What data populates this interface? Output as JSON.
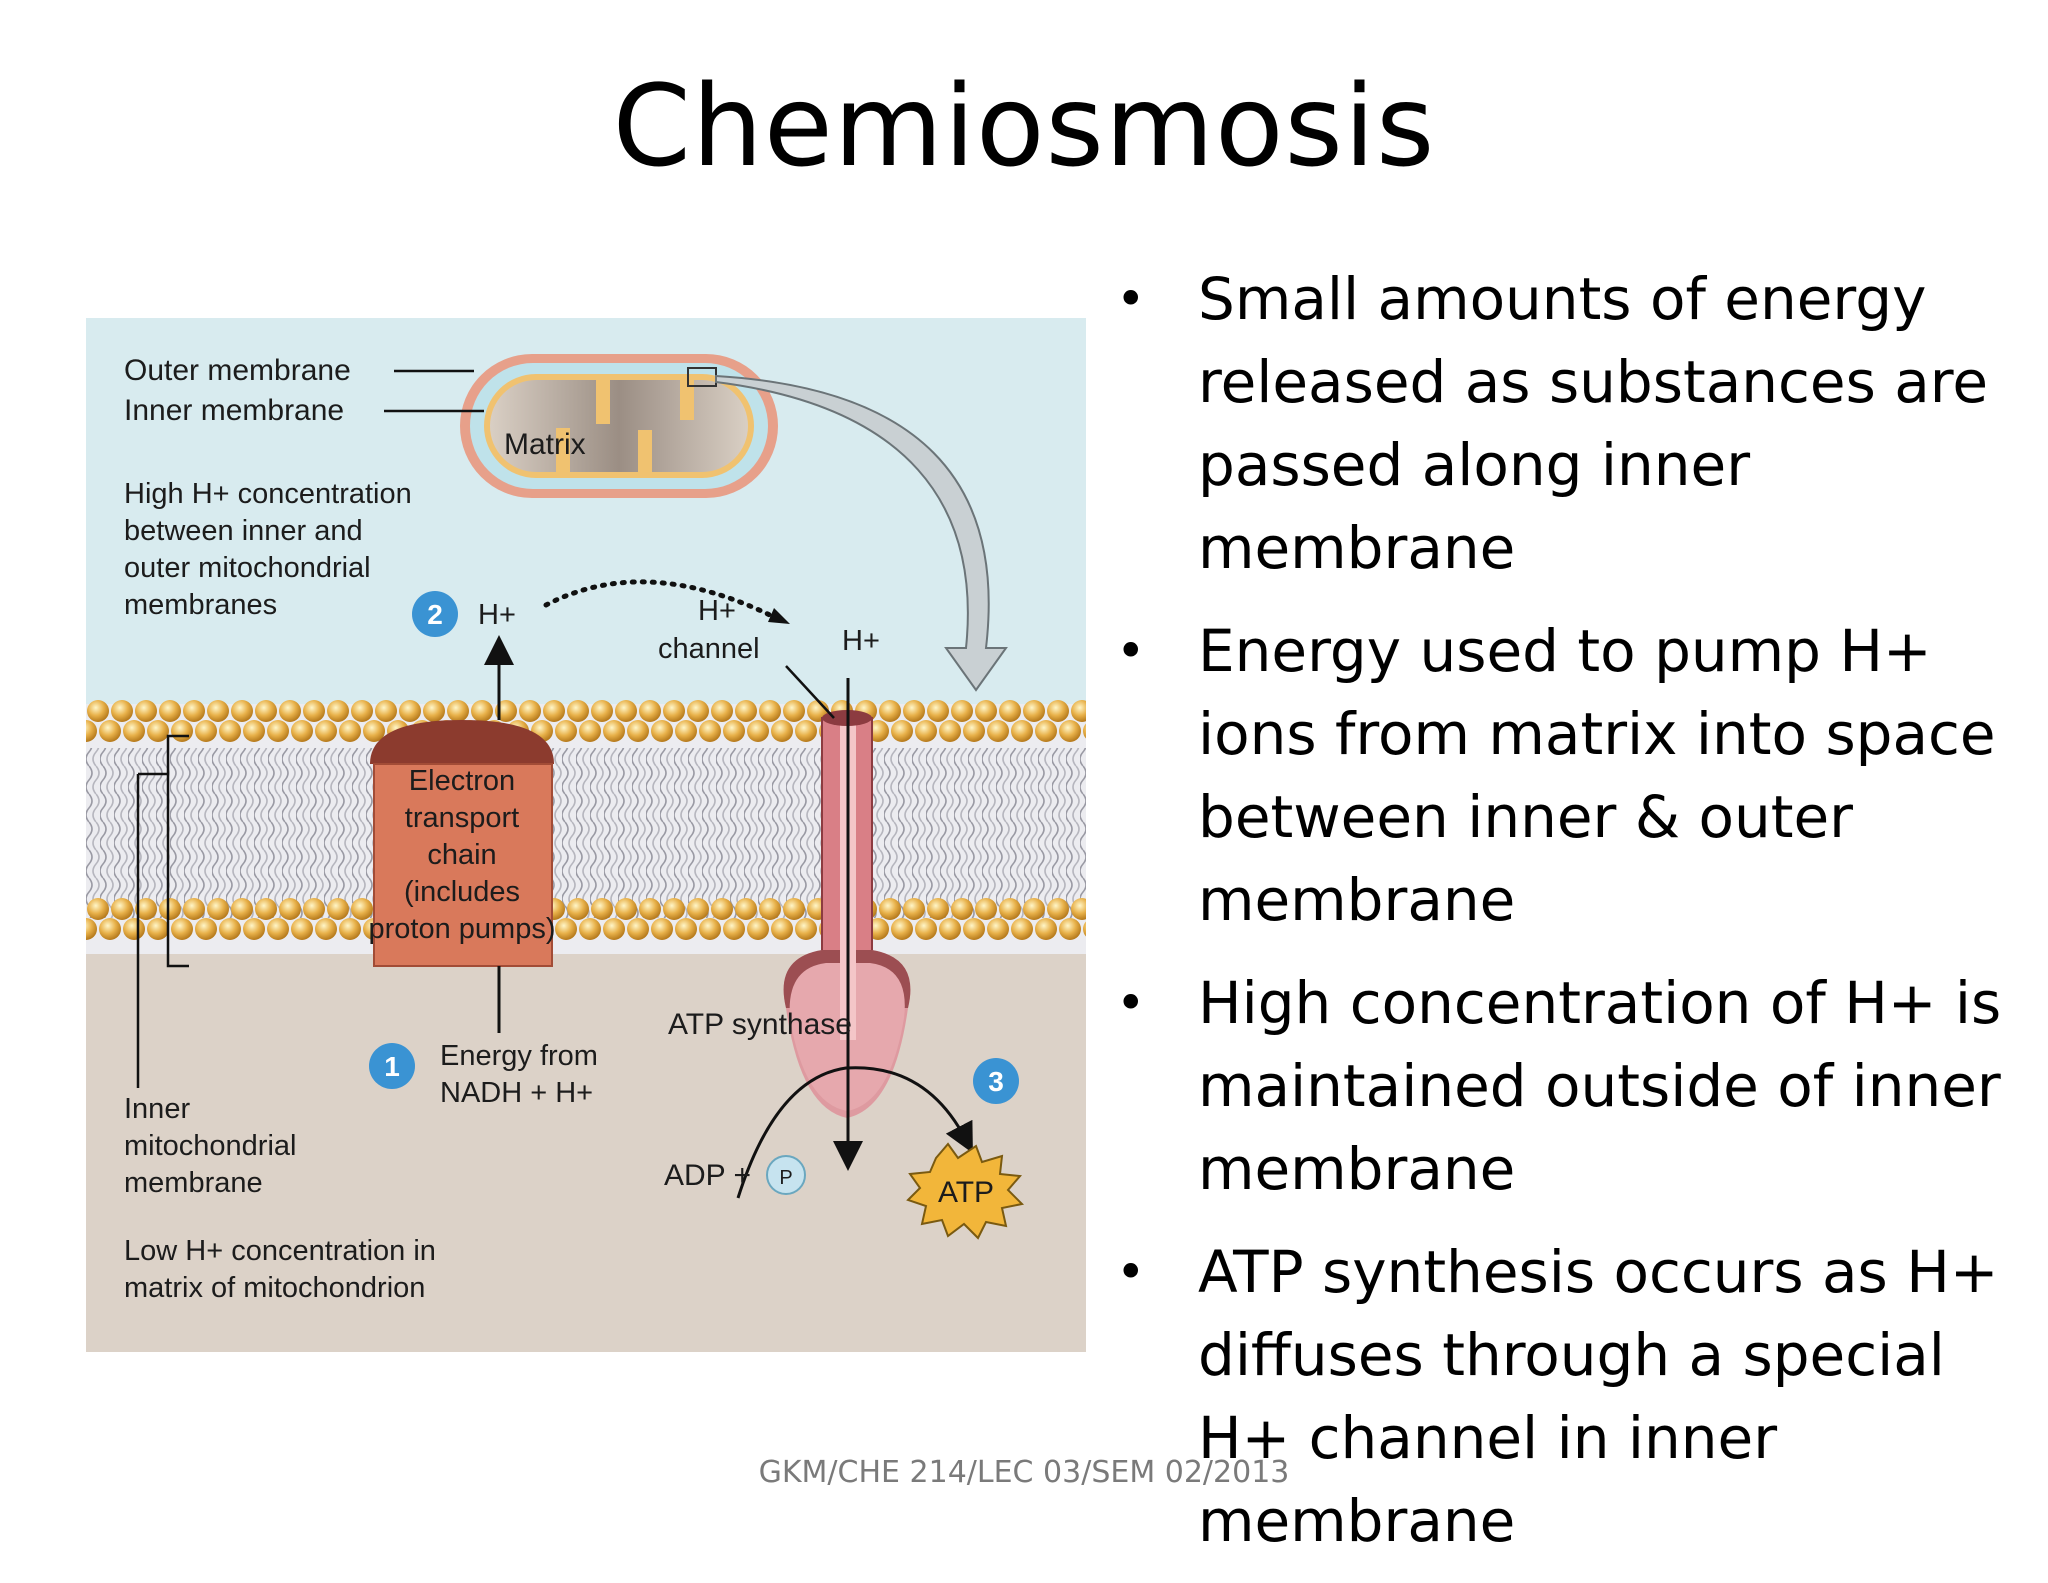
{
  "title": "Chemiosmosis",
  "footer": "GKM/CHE 214/LEC 03/SEM 02/2013",
  "bullets": [
    "Small amounts of energy released as substances are passed along inner membrane",
    "Energy used to pump H+ ions from matrix into space between inner & outer membrane",
    "High concentration of H+ is maintained outside of inner membrane",
    "ATP synthesis occurs as H+ diffuses through a special H+ channel in inner membrane"
  ],
  "figure": {
    "outer_membrane": "Outer membrane",
    "inner_membrane": "Inner membrane",
    "matrix": "Matrix",
    "high_h": [
      "High H+ concentration",
      "between inner and",
      "outer mitochondrial",
      "membranes"
    ],
    "h_ion": "H+",
    "h_channel": [
      "H+",
      "channel"
    ],
    "etc": [
      "Electron",
      "transport",
      "chain",
      "(includes",
      "proton pumps)"
    ],
    "energy_from": [
      "Energy from",
      "NADH + H+"
    ],
    "atp_synthase": "ATP synthase",
    "inner_mito": [
      "Inner",
      "mitochondrial",
      "membrane"
    ],
    "low_h": [
      "Low H+ concentration in",
      "matrix of mitochondrion"
    ],
    "adp": "ADP +",
    "p": "P",
    "atp": "ATP",
    "step1": "1",
    "step2": "2",
    "step3": "3"
  }
}
